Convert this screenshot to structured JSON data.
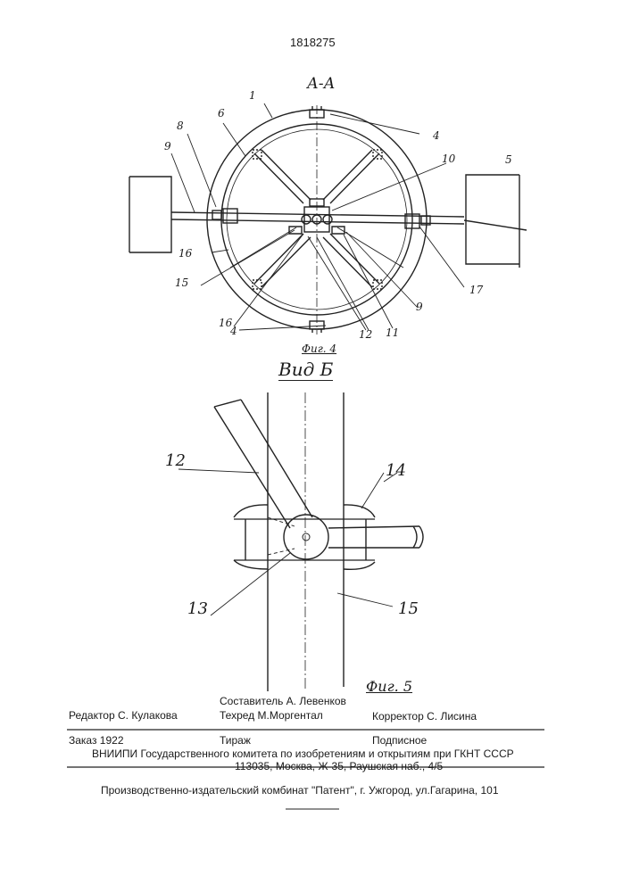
{
  "patent_number": "1818275",
  "fig4": {
    "section_label": "А-А",
    "caption": "Фиг. 4",
    "labels": {
      "l1": "1",
      "l4a": "4",
      "l4b": "4",
      "l5": "5",
      "l6": "6",
      "l8": "8",
      "l9a": "9",
      "l9b": "9",
      "l10": "10",
      "l11": "11",
      "l12": "12",
      "l15": "15",
      "l16a": "16",
      "l16b": "16",
      "l17": "17"
    }
  },
  "fig5": {
    "view_label": "Вид Б",
    "caption": "Фиг. 5",
    "labels": {
      "l12": "12",
      "l13": "13",
      "l14": "14",
      "l15": "15"
    }
  },
  "footer": {
    "editor": "Редактор  С. Кулакова",
    "compiler": "Составитель  А. Левенков",
    "techred": "Техред М.Моргентал",
    "corrector": "Корректор  С. Лисина",
    "order": "Заказ  1922",
    "circulation": "Тираж",
    "subscription": "Подписное",
    "vniipi": "ВНИИПИ Государственного комитета по изобретениям и открытиям при ГКНТ СССР",
    "address": "113035, Москва, Ж-35, Раушская наб., 4/5",
    "publisher": "Производственно-издательский комбинат \"Патент\", г. Ужгород, ул.Гагарина, 101"
  }
}
